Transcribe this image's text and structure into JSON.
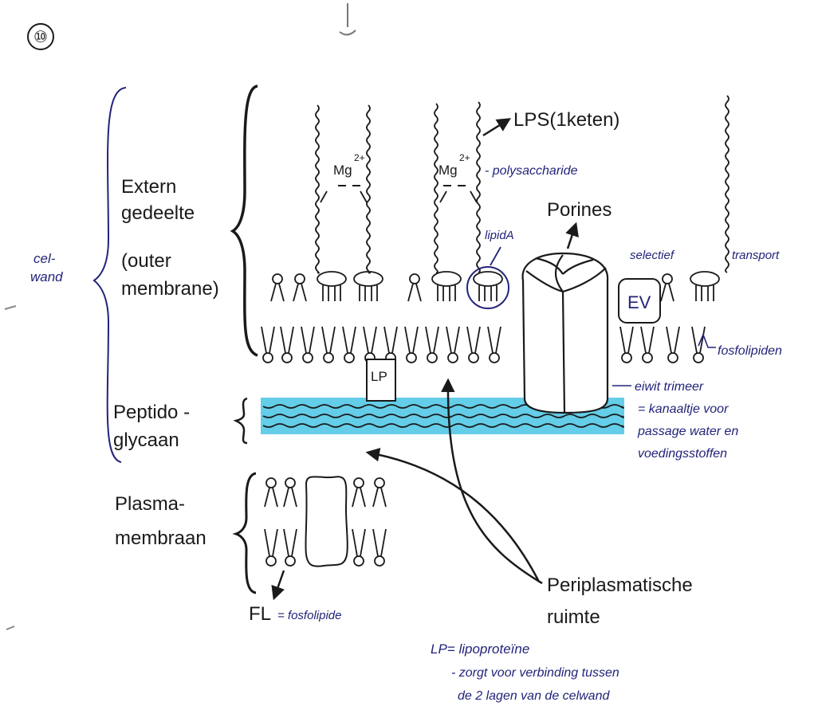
{
  "page_number": "⑩",
  "colors": {
    "ink": "#1a1a1a",
    "pen": "#23237a",
    "peptidoglycan": "#49c4e4"
  },
  "labels": {
    "extern": "Extern",
    "gedeelte": "gedeelte",
    "outer": "(outer",
    "membrane": "membrane)",
    "peptido": "Peptido -",
    "glycaan": "glycaan",
    "plasma": "Plasma-",
    "membraan": "membraan",
    "porines": "Porines",
    "lps": "LPS(1keten)",
    "mg_base": "Mg",
    "mg_sup": "2+",
    "lp_box": "LP",
    "periplasmatische": "Periplasmatische",
    "ruimte": "ruimte",
    "fl": "FL"
  },
  "annotations": {
    "celwand_1": "cel-",
    "celwand_2": "wand",
    "polysaccharide": "- polysaccharide",
    "lipid_a": "lipidA",
    "selectief": "selectief",
    "transport": "transport",
    "ev": "EV",
    "fosfolipiden": "fosfolipiden",
    "eiwit_trimeer": "eiwit trimeer",
    "kanaaltje_1": "= kanaaltje voor",
    "kanaaltje_2": "passage water en",
    "kanaaltje_3": "voedingsstoffen",
    "fosfolipide": "= fosfolipide",
    "lp_def_1": "LP= lipoproteïne",
    "lp_def_2": "- zorgt voor verbinding tussen",
    "lp_def_3": "de 2 lagen van de celwand"
  }
}
